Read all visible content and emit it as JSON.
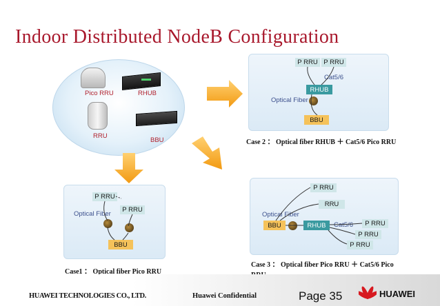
{
  "title": "Indoor Distributed NodeB Configuration",
  "devices": {
    "pico_rru": "Pico RRU",
    "rhub": "RHUB",
    "rru": "RRU",
    "bbu": "BBU"
  },
  "case1": {
    "prru_a": "P RRU",
    "prru_b": "P RRU",
    "fiber_label": "Optical Fiber",
    "bbu": "BBU",
    "caption": "Case1 ： Optical fiber Pico RRU"
  },
  "case2": {
    "prru_a": "P RRU",
    "prru_b": "P RRU",
    "cat_label": "Cat5/6",
    "rhub": "RHUB",
    "fiber_label": "Optical Fiber",
    "bbu": "BBU",
    "caption": "Case 2 ： Optical fiber RHUB ＋ Cat5/6 Pico RRU"
  },
  "case3": {
    "prru_top": "P RRU",
    "rru": "RRU",
    "fiber_label": "Optical Fiber",
    "bbu": "BBU",
    "rhub": "RHUB",
    "cat_label": "Cat5/6",
    "prru_1": "P RRU",
    "prru_2": "P RRU",
    "prru_3": "P RRU",
    "caption_line1": "Case 3 ： Optical fiber Pico RRU ＋ Cat5/6 Pico",
    "caption_line2": "RRU"
  },
  "footer": {
    "company": "HUAWEI TECHNOLOGIES CO., LTD.",
    "confidential": "Huawei Confidential",
    "page": "Page 35",
    "brand": "HUAWEI"
  },
  "colors": {
    "title": "#a8172b",
    "arrow": "#f5a21a",
    "rhub": "#3a9aa0",
    "bbu": "#f5c25a",
    "prru": "#cfe6e8"
  }
}
